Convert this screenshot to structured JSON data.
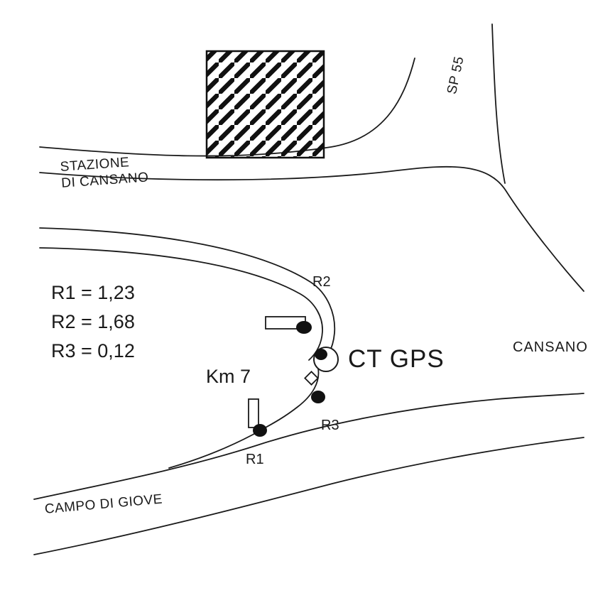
{
  "colors": {
    "background": "#ffffff",
    "ink": "#1a1a1a"
  },
  "labels": {
    "station_line1": "STAZIONE",
    "station_line2": "DI CANSANO",
    "road_sp55": "SP 55",
    "town_cansano": "CANSANO",
    "town_campo_di_giove": "CAMPO DI GIOVE",
    "km_marker": "Km 7",
    "ct_gps": "CT GPS",
    "point_r1": "R1",
    "point_r2": "R2",
    "point_r3": "R3"
  },
  "legend": {
    "r1": "R1 = 1,23",
    "r2": "R2 = 1,68",
    "r3": "R3 = 0,12"
  }
}
